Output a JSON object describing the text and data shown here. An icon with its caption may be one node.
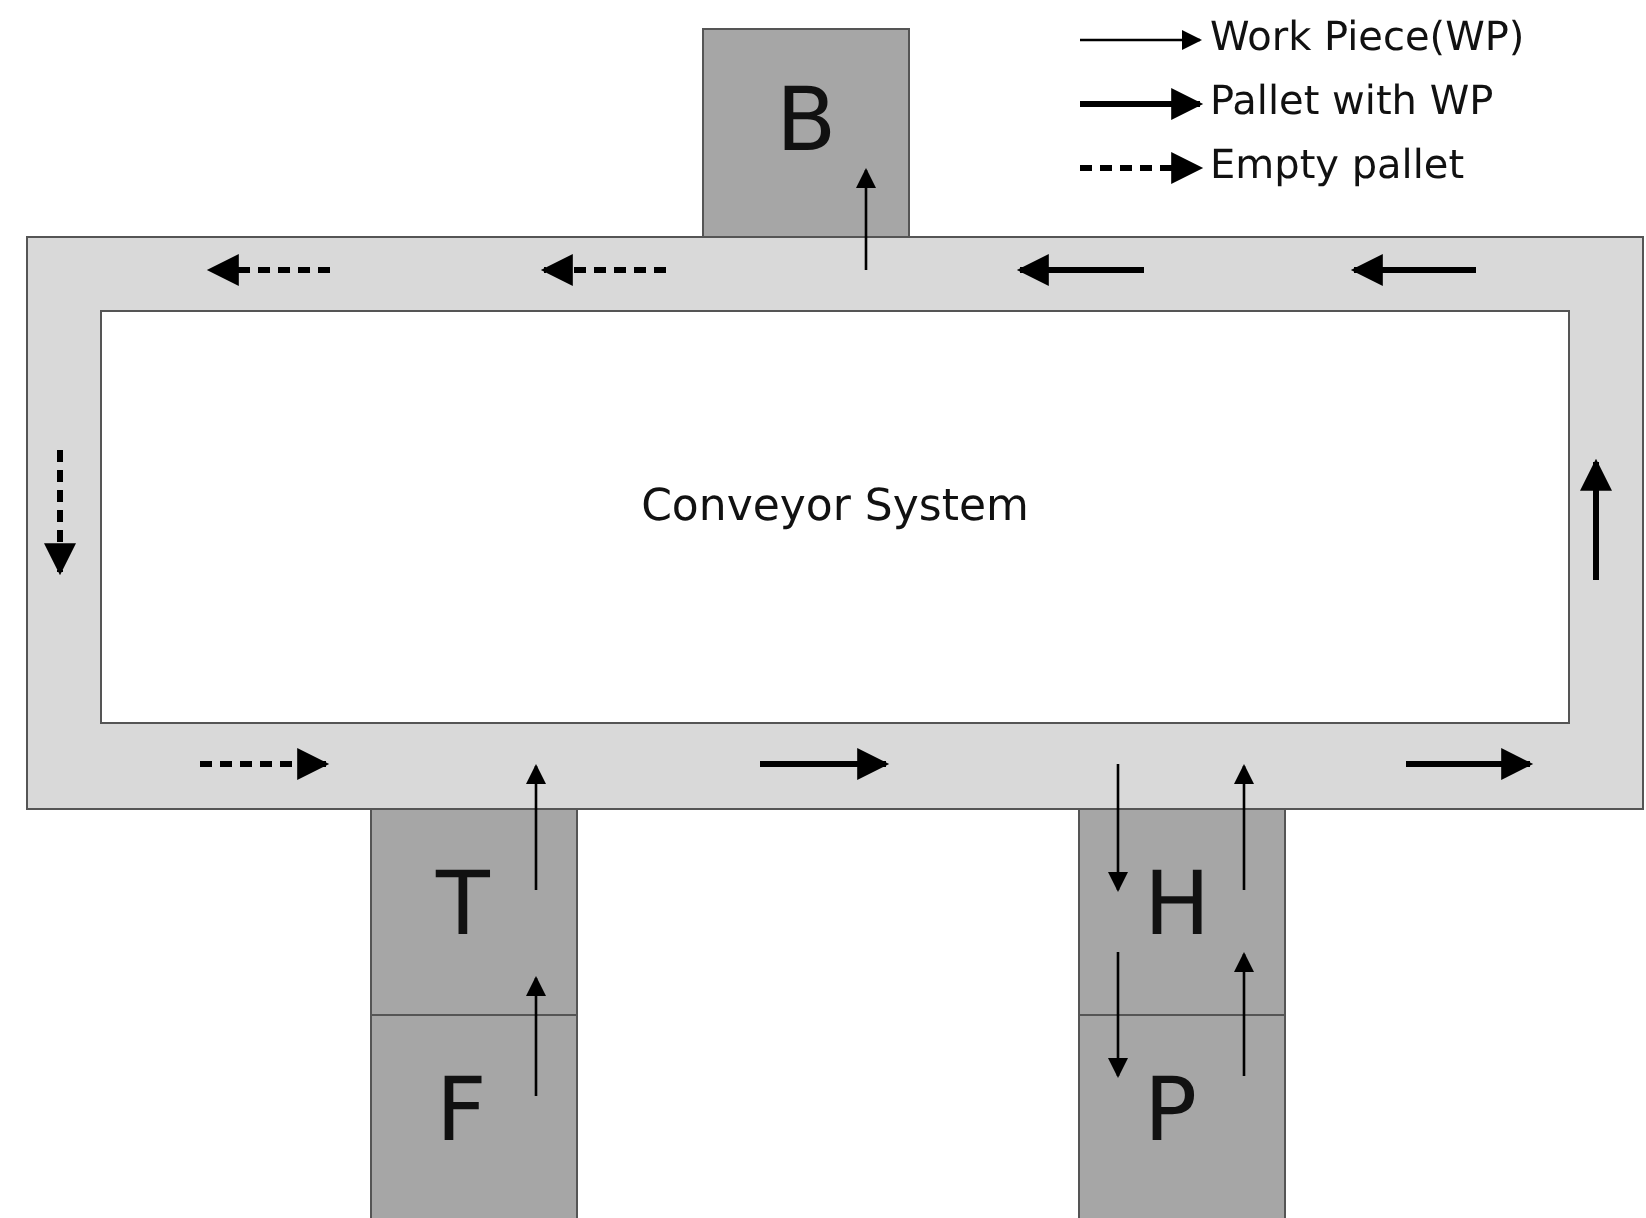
{
  "diagram": {
    "nodes": [
      {
        "text": [
          "Conveyor System"
        ]
      },
      {
        "text": [
          "B"
        ]
      },
      {
        "text": [
          "T"
        ]
      },
      {
        "text": [
          "F"
        ]
      },
      {
        "text": [
          "H"
        ]
      },
      {
        "text": [
          "P"
        ]
      }
    ],
    "edges": [
      {
        "from": 0,
        "to": 1,
        "arrow": "to"
      },
      {
        "from": 2,
        "to": 0,
        "arrow": "to"
      },
      {
        "from": 3,
        "to": 2,
        "arrow": "to"
      },
      {
        "from": 0,
        "to": 4,
        "arrow": "to"
      },
      {
        "from": 4,
        "to": 0,
        "arrow": "to"
      },
      {
        "from": 4,
        "to": 5,
        "arrow": "to"
      },
      {
        "from": 5,
        "to": 4,
        "arrow": "to"
      }
    ],
    "legend": [
      {
        "text": "Work Piece(WP)"
      },
      {
        "text": "Pallet with WP"
      },
      {
        "text": "Empty pallet"
      }
    ]
  }
}
